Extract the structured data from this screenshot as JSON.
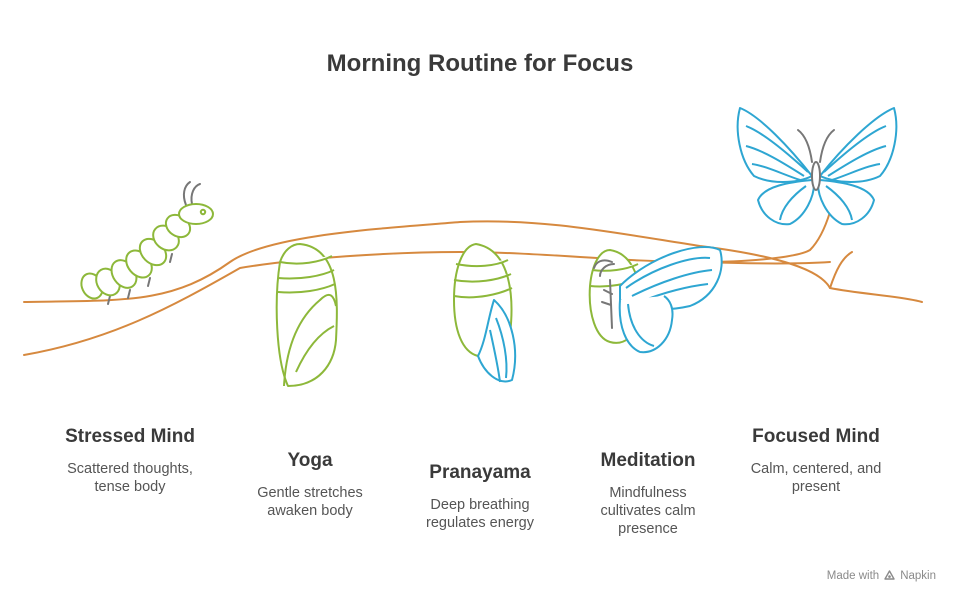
{
  "title": "Morning Routine for Focus",
  "colors": {
    "branch": "#D6893F",
    "green": "#8DB83A",
    "blue": "#2EA6D2",
    "antenna": "#777777"
  },
  "stages": [
    {
      "title": "Stressed Mind",
      "desc": [
        "Scattered thoughts,",
        "tense body"
      ],
      "icon": "caterpillar-icon"
    },
    {
      "title": "Yoga",
      "desc": [
        "Gentle stretches",
        "awaken body"
      ],
      "icon": "chrysalis-icon"
    },
    {
      "title": "Pranayama",
      "desc": [
        "Deep breathing",
        "regulates energy"
      ],
      "icon": "chrysalis-wing-icon"
    },
    {
      "title": "Meditation",
      "desc": [
        "Mindfulness",
        "cultivates calm",
        "presence"
      ],
      "icon": "emerging-butterfly-icon"
    },
    {
      "title": "Focused Mind",
      "desc": [
        "Calm, centered, and",
        "present"
      ],
      "icon": "butterfly-icon"
    }
  ],
  "footer": {
    "made_with": "Made with",
    "brand": "Napkin"
  }
}
